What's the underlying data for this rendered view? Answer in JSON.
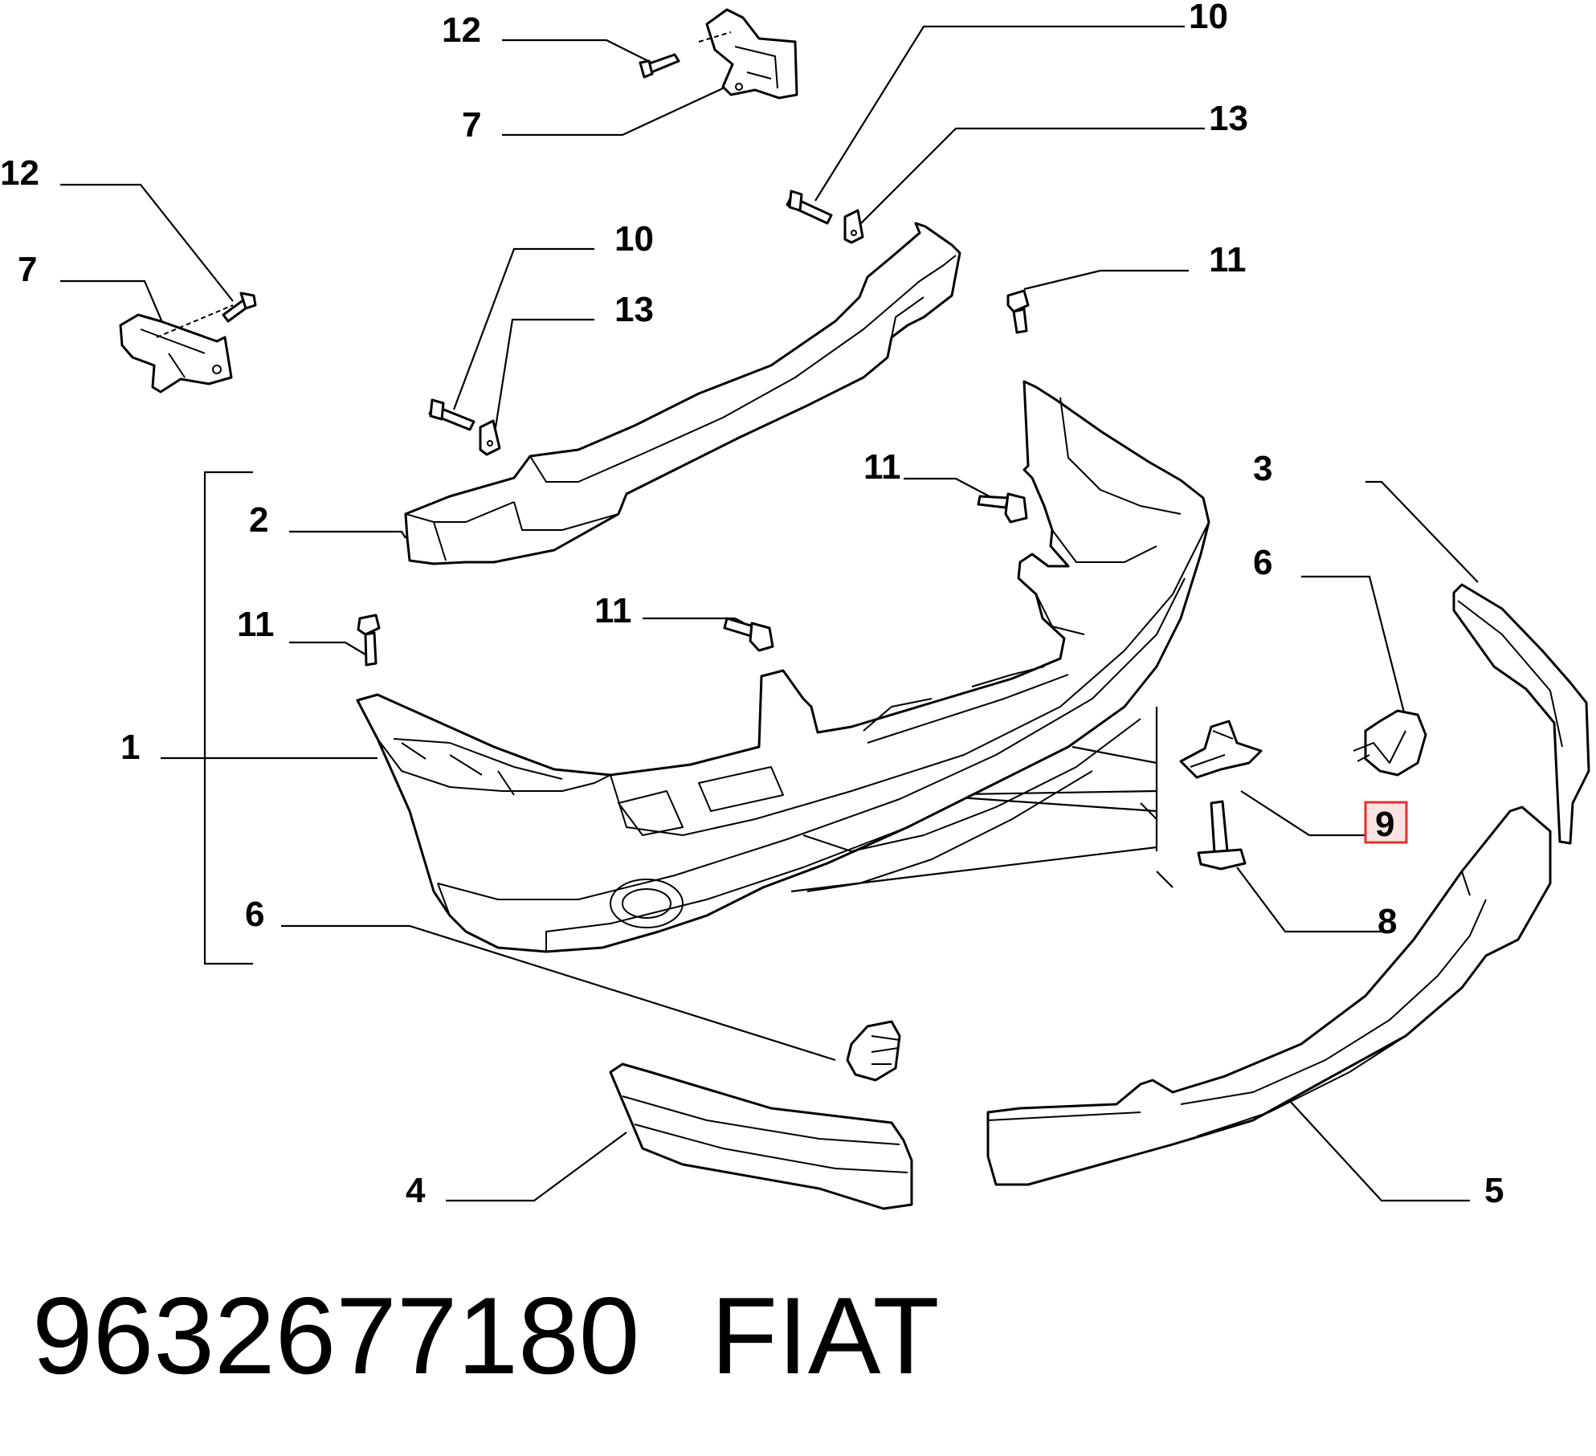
{
  "callouts": {
    "c12_top": "12",
    "c7_top": "7",
    "c10_top": "10",
    "c13_top": "13",
    "c12_left": "12",
    "c7_left": "7",
    "c10_mid": "10",
    "c13_mid": "13",
    "c11_right": "11",
    "c11_center": "11",
    "c2": "2",
    "c3": "3",
    "c6_right": "6",
    "c11_left": "11",
    "c11_lower": "11",
    "c1": "1",
    "c9": "9",
    "c8": "8",
    "c6_left": "6",
    "c4": "4",
    "c5": "5"
  },
  "highlight": {
    "callout": "9",
    "color": "#e03030",
    "fill": "#fbe3e3"
  },
  "footer": {
    "part_number": "9632677180",
    "brand": "FIAT"
  }
}
